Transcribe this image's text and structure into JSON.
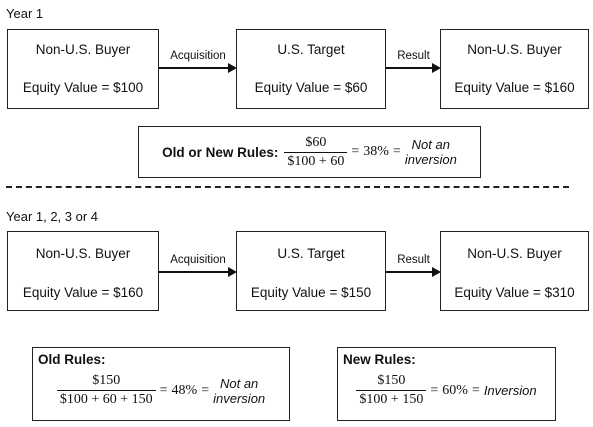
{
  "top": {
    "section_label": "Year 1",
    "buyer": {
      "name": "Non-U.S. Buyer",
      "value": "Equity Value = $100"
    },
    "target": {
      "name": "U.S. Target",
      "value": "Equity Value = $60"
    },
    "result": {
      "name": "Non-U.S. Buyer",
      "value": "Equity Value = $160"
    },
    "arrow1_label": "Acquisition",
    "arrow2_label": "Result",
    "formula": {
      "label": "Old or New Rules:",
      "numerator": "$60",
      "denominator": "$100 + 60",
      "equals1": "=",
      "percent": "38%",
      "equals2": "=",
      "conclusion_line1": "Not an",
      "conclusion_line2": "inversion"
    }
  },
  "bottom": {
    "section_label": "Year 1, 2, 3 or 4",
    "buyer": {
      "name": "Non-U.S. Buyer",
      "value": "Equity Value = $160"
    },
    "target": {
      "name": "U.S. Target",
      "value": "Equity Value = $150"
    },
    "result": {
      "name": "Non-U.S. Buyer",
      "value": "Equity Value = $310"
    },
    "arrow1_label": "Acquisition",
    "arrow2_label": "Result",
    "old_rules": {
      "label": "Old Rules:",
      "numerator": "$150",
      "denominator": "$100 + 60 + 150",
      "equals1": "=",
      "percent": "48%",
      "equals2": "=",
      "conclusion_line1": "Not an",
      "conclusion_line2": "inversion"
    },
    "new_rules": {
      "label": "New Rules:",
      "numerator": "$150",
      "denominator": "$100 + 150",
      "equals1": "=",
      "percent": "60%",
      "equals2": "=",
      "conclusion": "Inversion"
    }
  }
}
